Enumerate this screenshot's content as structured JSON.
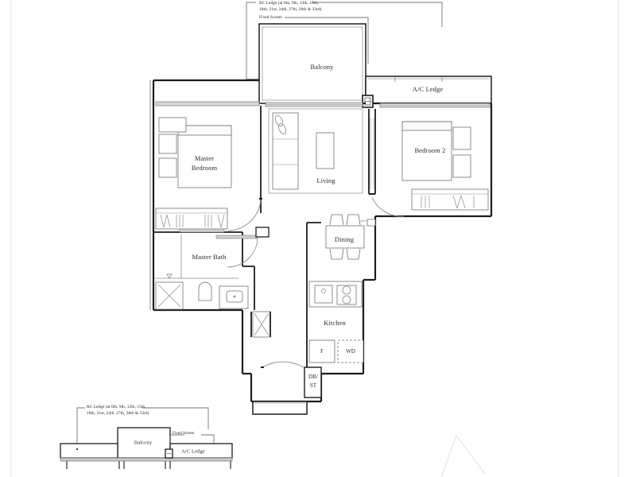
{
  "document": {
    "type": "residential-floor-plan",
    "unit_description": "2-bedroom apartment floor plan"
  },
  "colors": {
    "wall": "#1c1c1c",
    "thin_line": "#4a4a4a",
    "furniture": "#6e6e6e",
    "glazing": "#9a9a9a",
    "text": "#2b2b2b",
    "guide": "#e2e2e2",
    "watermark": "#e8e8e8",
    "paper": "#ffffff"
  },
  "annotations": {
    "top": {
      "rc_ledge_line1": "RC Ledge (at 6th, 9th, 12th, 15th,",
      "rc_ledge_line2": "18th, 21st, 24th, 27th, 30th & 33rd)",
      "fixed_screen": "Fixed Screen"
    },
    "bottom": {
      "rc_ledge_line1": "RC Ledge (at 6th, 9th, 12th, 15th,",
      "rc_ledge_line2": "18th, 21st, 24th, 27th, 30th & 33rd)",
      "fixed_screen": "Fixed Screen"
    }
  },
  "rooms": {
    "balcony": "Balcony",
    "ac_ledge": "A/C Ledge",
    "master_bedroom_line1": "Master",
    "master_bedroom_line2": "Bedroom",
    "bedroom_2": "Bedroom 2",
    "living": "Living",
    "dining": "Dining",
    "kitchen": "Kitchen",
    "master_bath": "Master Bath"
  },
  "fixtures": {
    "fridge": "F",
    "washer_dryer": "WD",
    "db_st_line1": "DB/",
    "db_st_line2": "ST"
  },
  "elevation_diagram": {
    "balcony": "Balcony",
    "ac_ledge": "A/C Ledge",
    "fixed_screen": "Fixed Screen"
  }
}
